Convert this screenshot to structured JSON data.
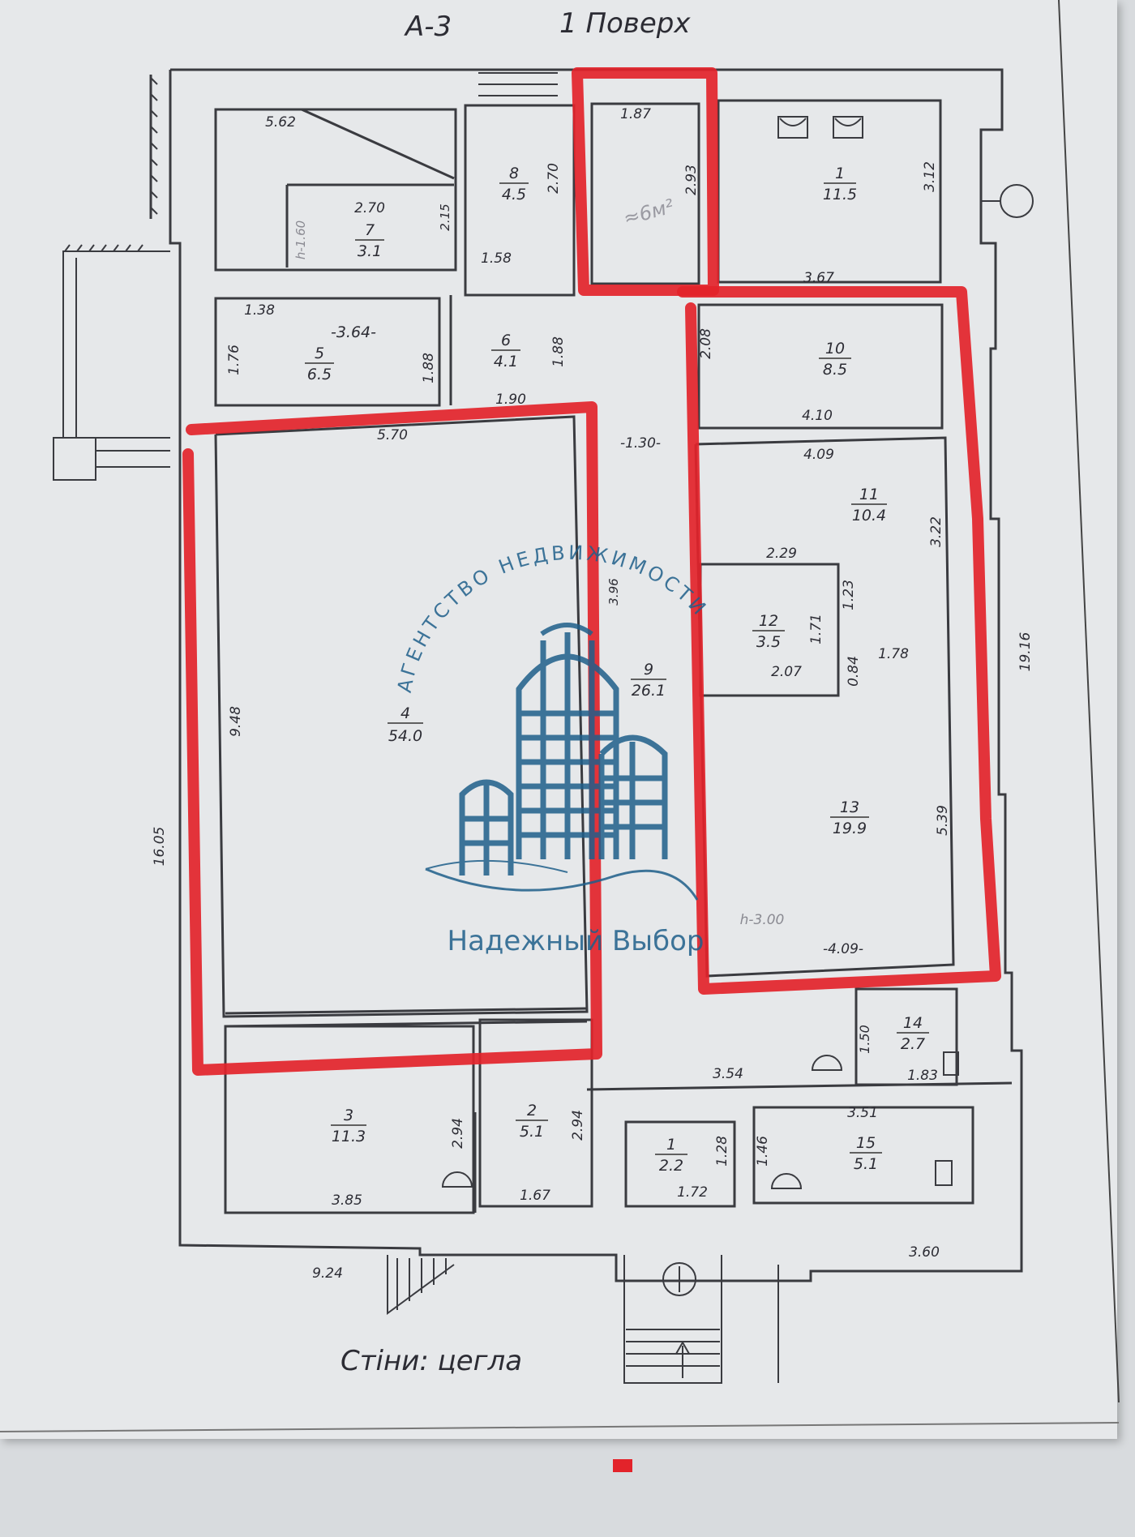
{
  "header": {
    "sheet_code": "А-3",
    "floor": "1 Поверх"
  },
  "footer": {
    "walls_note": "Стіни: цегла"
  },
  "watermark": {
    "arc_text": "АГЕНТСТВО НЕДВИЖИМОСТИ",
    "brand": "Надежный Выбор",
    "color": "#1f5f8a"
  },
  "highlight_color": "#e3232a",
  "rooms": [
    {
      "num": "1",
      "area": "11.5"
    },
    {
      "num": "",
      "area": "≈6м²"
    },
    {
      "num": "8",
      "area": "4.5"
    },
    {
      "num": "7",
      "area": "3.1"
    },
    {
      "num": "5",
      "area": "6.5"
    },
    {
      "num": "6",
      "area": "4.1"
    },
    {
      "num": "10",
      "area": "8.5"
    },
    {
      "num": "11",
      "area": "10.4"
    },
    {
      "num": "12",
      "area": "3.5"
    },
    {
      "num": "4",
      "area": "54.0"
    },
    {
      "num": "9",
      "area": "26.1"
    },
    {
      "num": "13",
      "area": "19.9"
    },
    {
      "num": "3",
      "area": "11.3"
    },
    {
      "num": "2",
      "area": "5.1"
    },
    {
      "num": "14",
      "area": "2.7"
    },
    {
      "num": "1",
      "area": "2.2"
    },
    {
      "num": "15",
      "area": "5.1"
    }
  ],
  "dimensions": [
    "5.62",
    "1.87",
    "2.93",
    "3.12",
    "3.67",
    "2.70",
    "2.70",
    "2.15",
    "h-1.60",
    "1.58",
    "1.38",
    "-3.64-",
    "1.76",
    "1.88",
    "1.88",
    "1.90",
    "2.08",
    "5.70",
    "-1.30-",
    "4.10",
    "4.09",
    "3.22",
    "2.29",
    "1.23",
    "1.71",
    "2.07",
    "0.84",
    "1.78",
    "19.16",
    "9.48",
    "3.96",
    "16.05",
    "5.39",
    "h-3.00",
    "-4.09-",
    "1.50",
    "1.83",
    "3.54",
    "3.51",
    "2.94",
    "2.94",
    "1.28",
    "1.46",
    "3.85",
    "1.67",
    "1.72",
    "9.24",
    "3.60"
  ]
}
